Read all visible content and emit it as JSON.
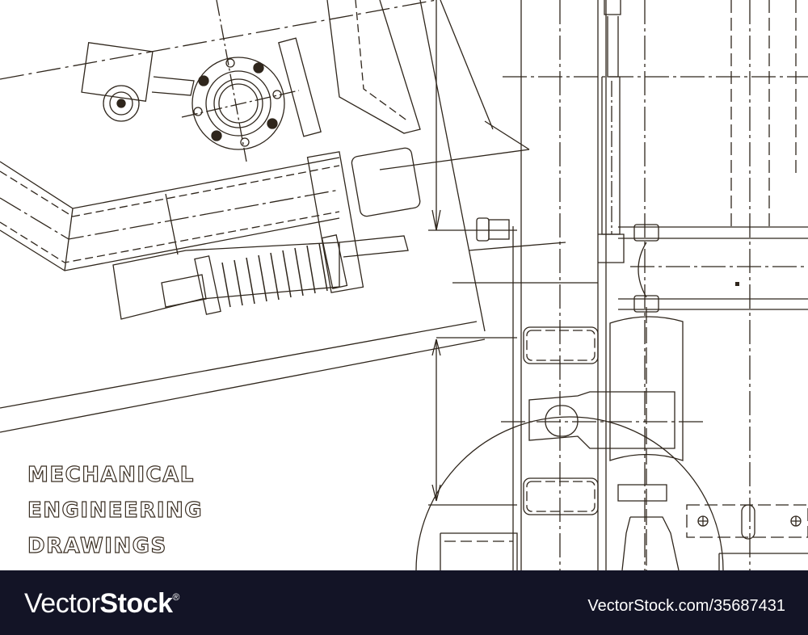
{
  "drawing": {
    "title_lines": [
      "MECHANICAL",
      "ENGINEERING",
      "DRAWINGS"
    ],
    "line_color": "#2f261c",
    "background": "#ffffff"
  },
  "footer": {
    "brand_light": "Vector",
    "brand_bold": "Stock",
    "brand_mark": "®",
    "asset_url": "VectorStock.com/35687431",
    "background": "#131426"
  }
}
